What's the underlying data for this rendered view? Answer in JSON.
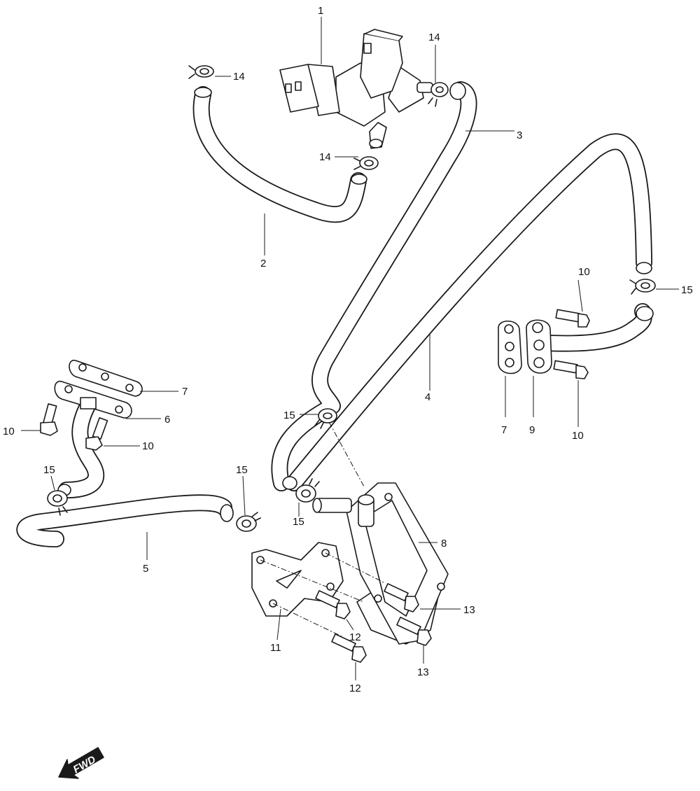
{
  "callouts": {
    "c1": "1",
    "c2": "2",
    "c3": "3",
    "c4": "4",
    "c5": "5",
    "c6": "6",
    "c7a": "7",
    "c7b": "7",
    "c8": "8",
    "c9": "9",
    "c10a": "10",
    "c10b": "10",
    "c10c": "10",
    "c10d": "10",
    "c11": "11",
    "c12a": "12",
    "c12b": "12",
    "c13a": "13",
    "c13b": "13",
    "c14a": "14",
    "c14b": "14",
    "c14c": "14",
    "c15a": "15",
    "c15b": "15",
    "c15c": "15",
    "c15d": "15",
    "c15e": "15"
  },
  "fwd": {
    "label": "FWD",
    "icon": "forward-arrow-icon"
  },
  "colors": {
    "line": "#1a1a1a",
    "fill": "#ffffff",
    "text": "#111111"
  }
}
